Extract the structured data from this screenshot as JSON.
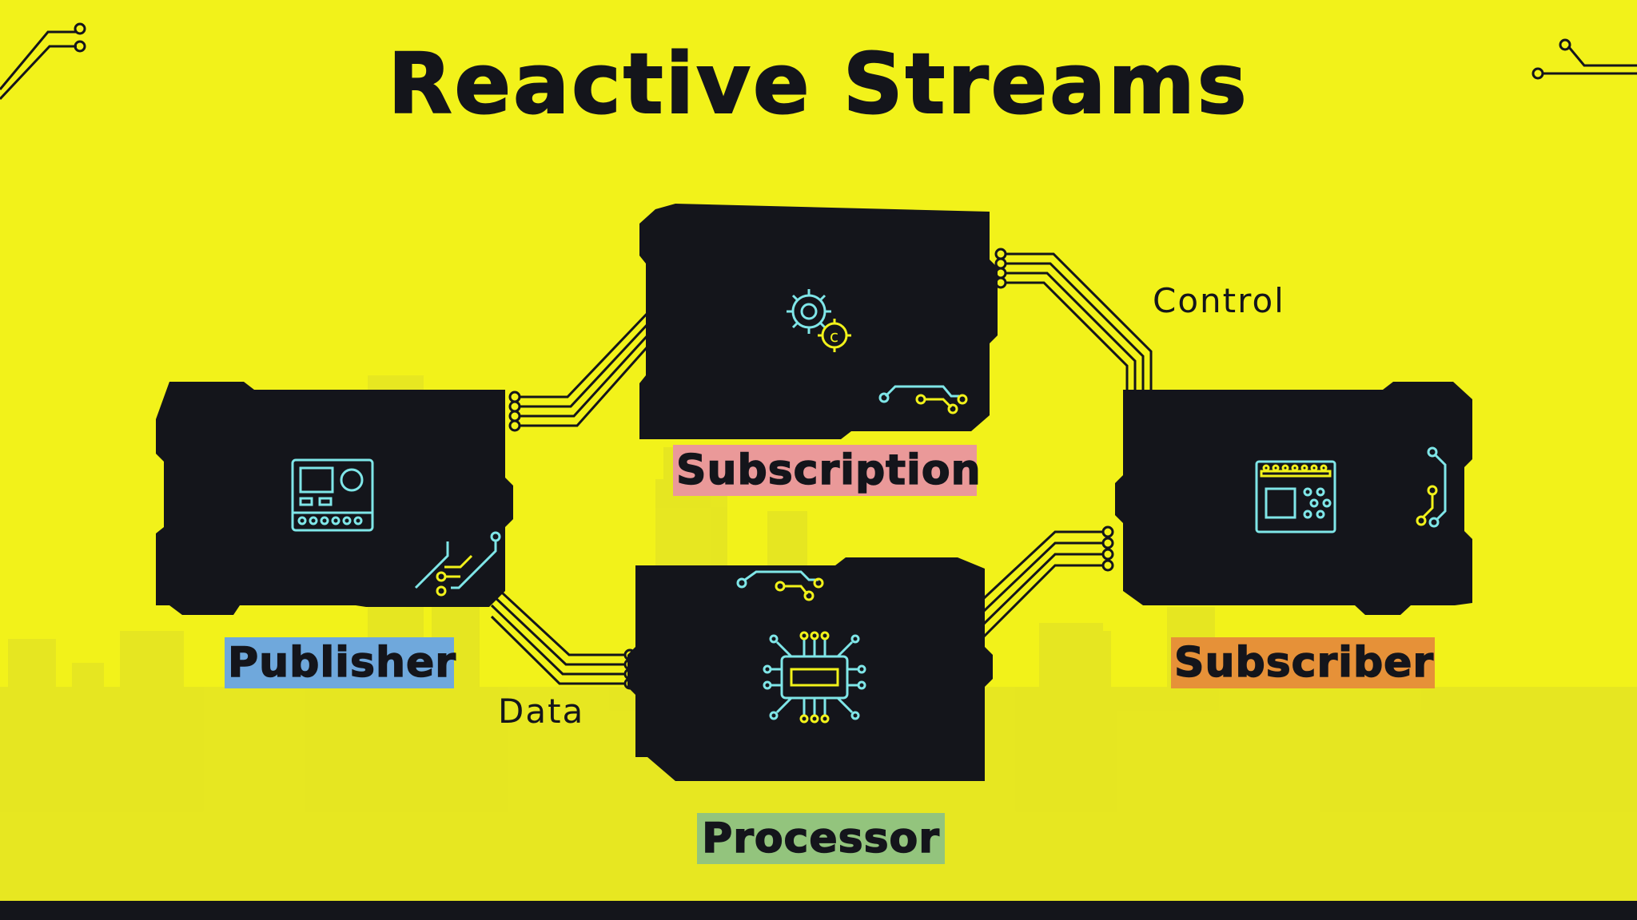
{
  "title": "Reactive Streams",
  "colors": {
    "background": "#f2f21a",
    "panel": "#14151b",
    "icon_cyan": "#7fe6e8",
    "icon_yellow": "#f2f21a",
    "publisher_label": "#6fa8dc",
    "subscription_label": "#ea9999",
    "subscriber_label": "#e69138",
    "processor_label": "#93c47d"
  },
  "nodes": {
    "publisher": {
      "label": "Publisher",
      "icon": "device-panel-icon"
    },
    "subscription": {
      "label": "Subscription",
      "icon": "gears-icon"
    },
    "subscriber": {
      "label": "Subscriber",
      "icon": "circuit-board-icon"
    },
    "processor": {
      "label": "Processor",
      "icon": "chip-icon"
    }
  },
  "edges": {
    "control": {
      "label": "Control"
    },
    "data": {
      "label": "Data"
    }
  }
}
